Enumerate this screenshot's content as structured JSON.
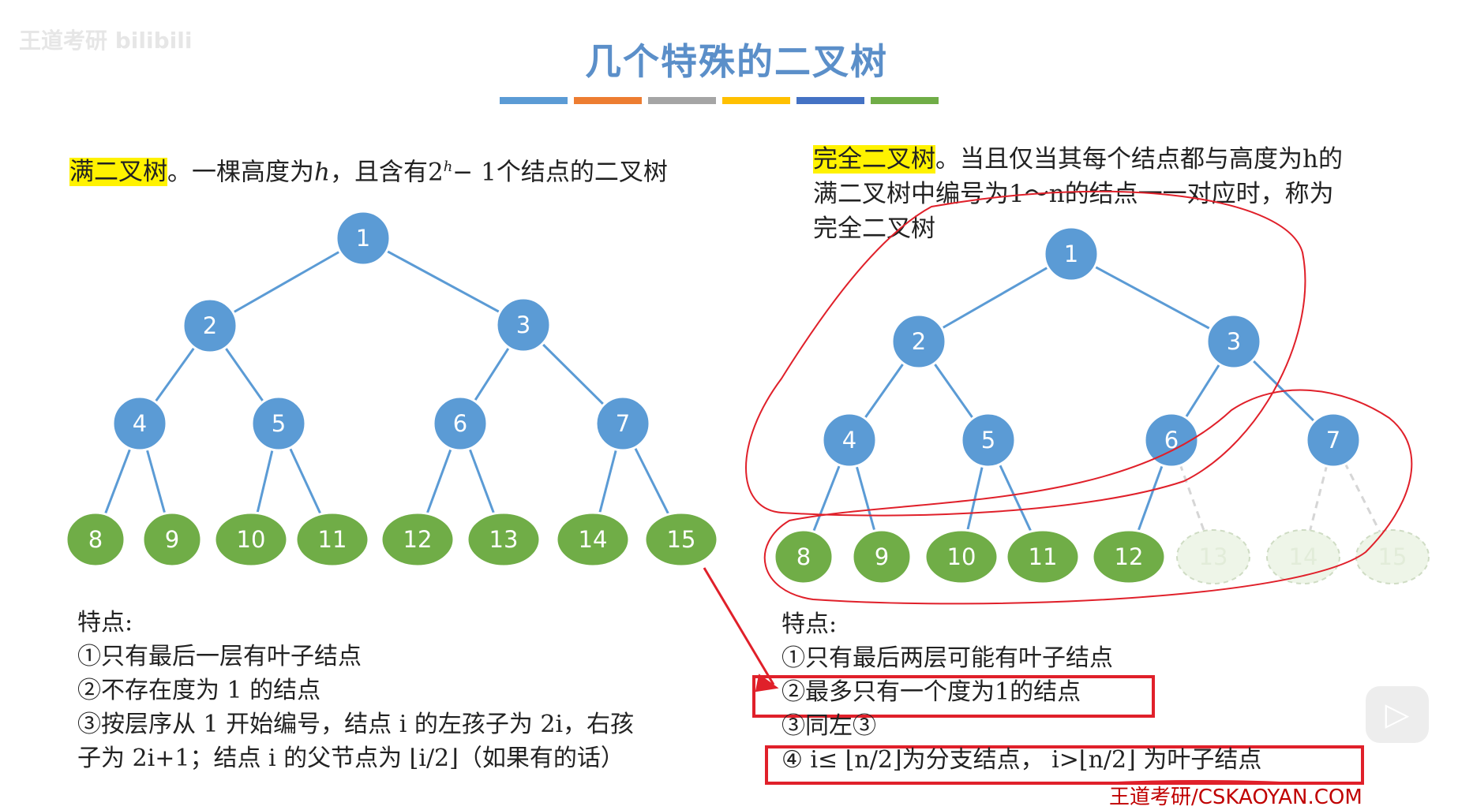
{
  "watermark": "王道考研 bilibili",
  "title": "几个特殊的二叉树",
  "color_bars": [
    "#5b9bd5",
    "#ed7d31",
    "#a5a5a5",
    "#ffc000",
    "#4472c4",
    "#70ad47"
  ],
  "full_tree": {
    "label": "满二叉树",
    "definition_pre": "。一棵高度为",
    "var_h": "h",
    "definition_mid": "，且含有2",
    "sup": "h",
    "definition_post": "− 1个结点的二叉树",
    "nodes": [
      "1",
      "2",
      "3",
      "4",
      "5",
      "6",
      "7",
      "8",
      "9",
      "10",
      "11",
      "12",
      "13",
      "14",
      "15"
    ],
    "features_title": "特点:",
    "features": [
      "①只有最后一层有叶子结点",
      "②不存在度为 1 的结点",
      "③按层序从 1 开始编号，结点 i 的左孩子为 2i，右孩",
      "子为 2i+1；结点 i 的父节点为 ⌊i/2⌋（如果有的话）"
    ]
  },
  "complete_tree": {
    "label": "完全二叉树",
    "definition_line1": "。当且仅当其每个结点都与高度为h的",
    "definition_line2": "满二叉树中编号为1～n的结点一一对应时，称为",
    "definition_line3": "完全二叉树",
    "nodes": [
      "1",
      "2",
      "3",
      "4",
      "5",
      "6",
      "7",
      "8",
      "9",
      "10",
      "11",
      "12"
    ],
    "ghost_nodes": [
      "13",
      "14",
      "15"
    ],
    "features_title": "特点:",
    "features": [
      "①只有最后两层可能有叶子结点",
      "②最多只有一个度为1的结点",
      "③同左③",
      "④ i≤ ⌊n/2⌋为分支结点，  i>⌊n/2⌋ 为叶子结点"
    ]
  },
  "colors": {
    "internal_node": "#5b9bd5",
    "leaf_node": "#70ad47",
    "edge": "#5b9bd5",
    "annotation": "#e0202a",
    "title": "#5b8fc9",
    "highlight": "#fff200"
  },
  "footer": "王道考研/CSKAOYAN.COM"
}
